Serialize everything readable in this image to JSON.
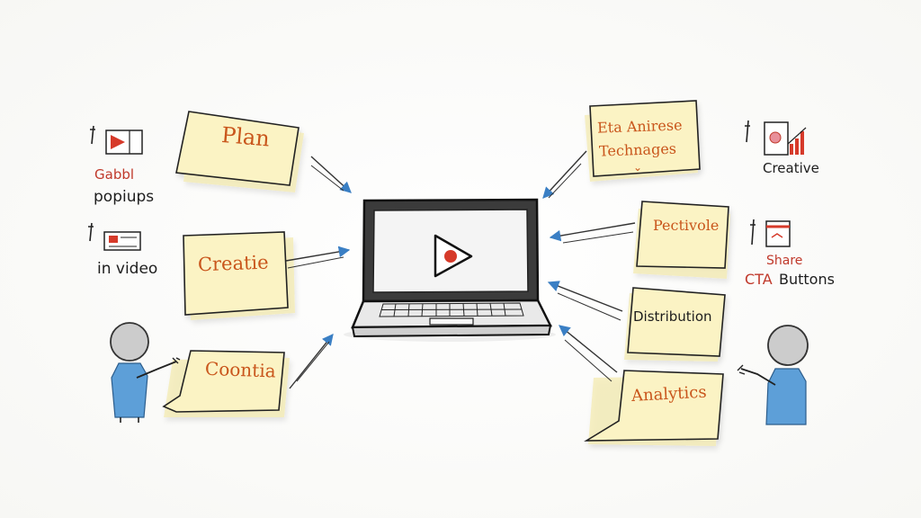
{
  "notes_left": [
    {
      "label": "Plan"
    },
    {
      "label": "Creatie"
    },
    {
      "label": "Coontia"
    }
  ],
  "notes_right": [
    {
      "line1": "Eta Anirese",
      "line2": "Technages"
    },
    {
      "label": "Pectivole"
    },
    {
      "label": "Distribution"
    },
    {
      "label": "Analytics"
    }
  ],
  "side_labels": {
    "top_left_red": "Gabbl",
    "top_left": "popiups",
    "mid_left": "in video",
    "top_right": "Creative",
    "mid_right_red": "Share",
    "mid_right_prefix": "CTA",
    "mid_right_suffix": "Buttons"
  },
  "colors": {
    "note_fill": "#fbf3c4",
    "note_text": "#c9561c",
    "ink": "#1d1d1d",
    "arrow_head": "#3a7fc4",
    "accent_red": "#d63a2a",
    "figure_body": "#5d9fd8"
  },
  "icons": {
    "center": "laptop-with-play-icon",
    "left_top": "video-card-icon",
    "left_mid": "video-player-icon",
    "right_top": "chart-card-icon",
    "right_mid": "share-card-icon",
    "figures": "stick-figure-icon"
  }
}
